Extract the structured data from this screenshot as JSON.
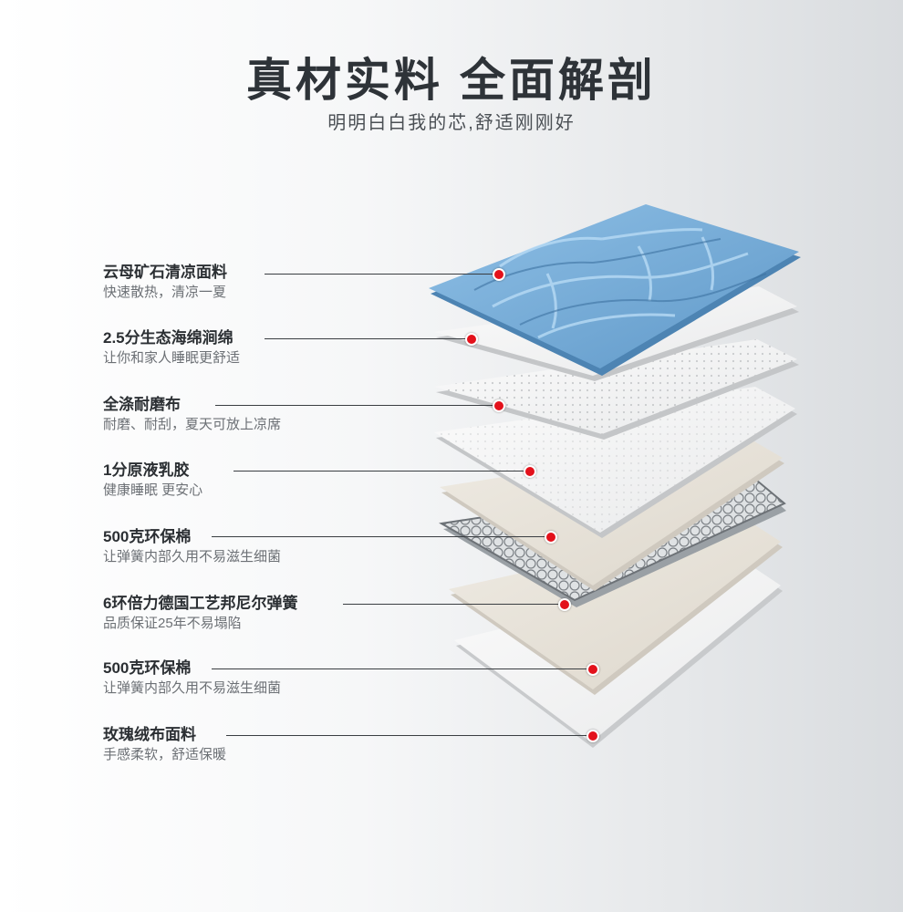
{
  "header": {
    "title": "真材实料 全面解剖",
    "subtitle": "明明白白我的芯,舒适刚刚好"
  },
  "layers": [
    {
      "name": "云母矿石清凉面料",
      "desc": "快速散热，清凉一夏"
    },
    {
      "name": "2.5分生态海绵涧绵",
      "desc": "让你和家人睡眠更舒适"
    },
    {
      "name": "全涤耐磨布",
      "desc": "耐磨、耐刮，夏天可放上凉席"
    },
    {
      "name": "1分原液乳胶",
      "desc": "健康睡眠 更安心"
    },
    {
      "name": "500克环保棉",
      "desc": "让弹簧内部久用不易滋生细菌"
    },
    {
      "name": "6环倍力德国工艺邦尼尔弹簧",
      "desc": "品质保证25年不易塌陷"
    },
    {
      "name": "500克环保棉",
      "desc": "让弹簧内部久用不易滋生细菌"
    },
    {
      "name": "玫瑰绒布面料",
      "desc": "手感柔软，舒适保暖"
    }
  ],
  "colors": {
    "accent_dot": "#e3111b",
    "top_fabric": "#7fb3dc",
    "title_text": "#2e3338"
  }
}
